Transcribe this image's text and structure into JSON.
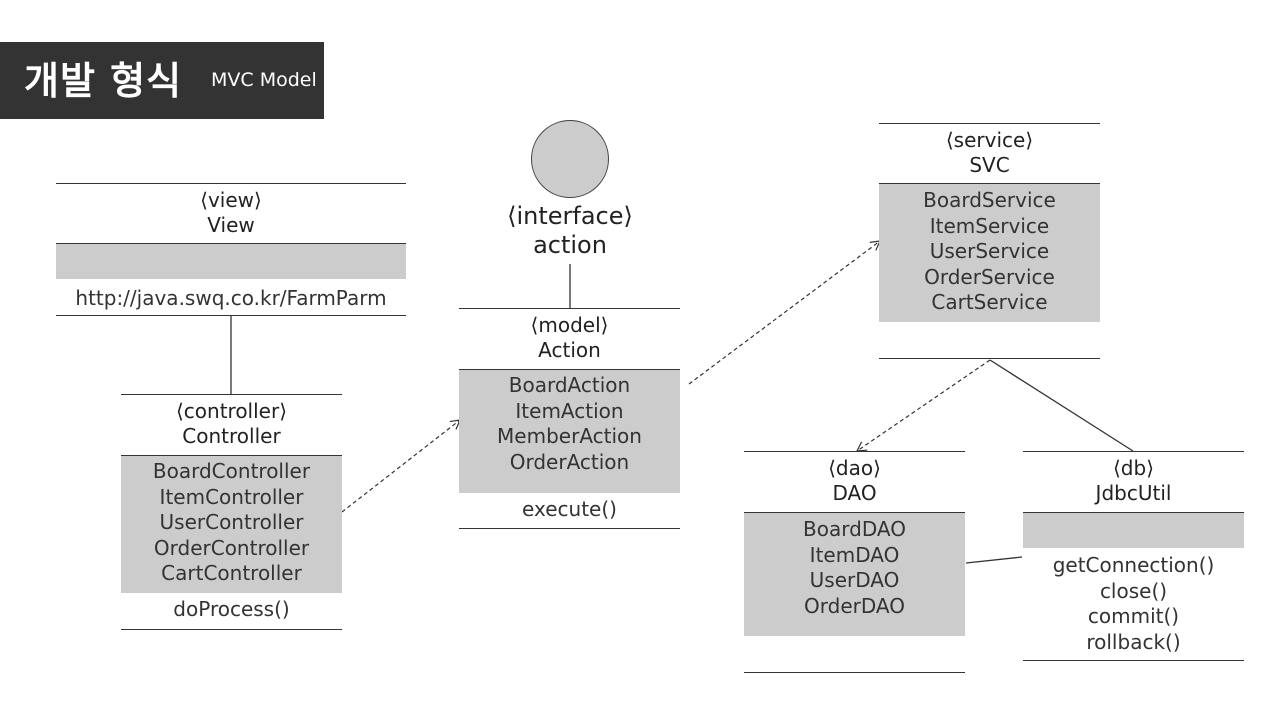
{
  "header": {
    "title": "개발 형식",
    "subtitle": "MVC Model"
  },
  "interface": {
    "stereotype": "⟨interface⟩",
    "name": "action"
  },
  "view": {
    "stereotype": "⟨view⟩",
    "name": "View",
    "footer": "http://java.swq.co.kr/FarmParm"
  },
  "controller": {
    "stereotype": "⟨controller⟩",
    "name": "Controller",
    "items": [
      "BoardController",
      "ItemController",
      "UserController",
      "OrderController",
      "CartController"
    ],
    "method": "doProcess()"
  },
  "model": {
    "stereotype": "⟨model⟩",
    "name": "Action",
    "items": [
      "BoardAction",
      "ItemAction",
      "MemberAction",
      "OrderAction"
    ],
    "method": "execute()"
  },
  "service": {
    "stereotype": "⟨service⟩",
    "name": "SVC",
    "items": [
      "BoardService",
      "ItemService",
      "UserService",
      "OrderService",
      "CartService"
    ]
  },
  "dao": {
    "stereotype": "⟨dao⟩",
    "name": "DAO",
    "items": [
      "BoardDAO",
      "ItemDAO",
      "UserDAO",
      "OrderDAO"
    ]
  },
  "db": {
    "stereotype": "⟨db⟩",
    "name": "JdbcUtil",
    "methods": [
      "getConnection()",
      "close()",
      "commit()",
      "rollback()"
    ]
  }
}
